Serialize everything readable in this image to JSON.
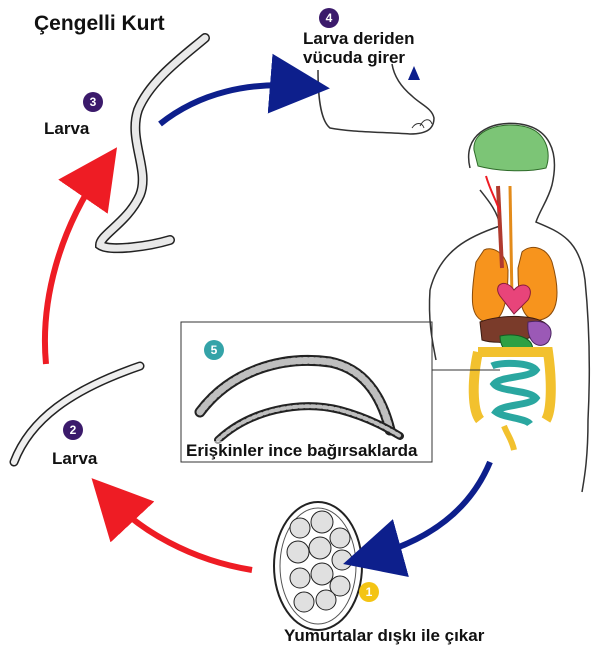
{
  "title": "Çengelli Kurt",
  "colors": {
    "arrow_red": "#ee1c24",
    "arrow_blue": "#0d1f8c",
    "badge_purple": "#3b1a6b",
    "badge_teal": "#34a3a8",
    "badge_yellow": "#f4c414"
  },
  "steps": [
    {
      "number": "1",
      "label": "Yumurtalar dışkı ile çıkar",
      "badge_color": "yellow"
    },
    {
      "number": "2",
      "label": "Larva",
      "badge_color": "purple"
    },
    {
      "number": "3",
      "label": "Larva",
      "badge_color": "purple"
    },
    {
      "number": "4",
      "label": "Larva deriden vücuda girer",
      "badge_color": "purple"
    },
    {
      "number": "5",
      "label": "Erişkinler ince bağırsaklarda",
      "badge_color": "teal"
    }
  ],
  "icons": {
    "worm_large": "larva-worm-icon",
    "worm_small": "larva-worm-icon",
    "foot": "foot-icon",
    "body": "human-anatomy-icon",
    "egg": "egg-icon",
    "adult_worms": "adult-worms-icon"
  }
}
